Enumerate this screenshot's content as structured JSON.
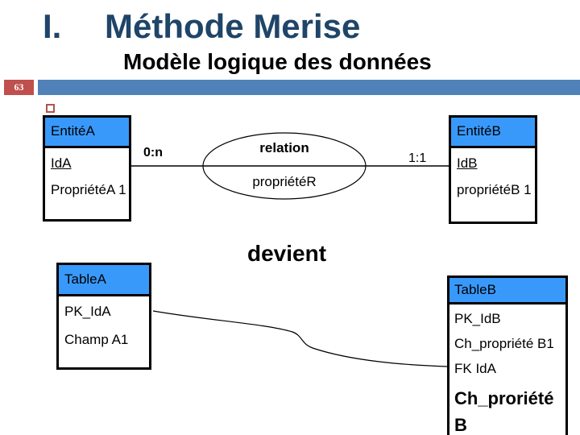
{
  "colors": {
    "title_blue": "#1F4568",
    "bar_blue": "#5082B9",
    "badge_red": "#BF504D",
    "entity_header_blue": "#3999FB"
  },
  "header": {
    "section_number": "I.",
    "title": "Méthode Merise",
    "subtitle": "Modèle logique des données",
    "page_number": "63"
  },
  "mcd": {
    "entity_a": {
      "name": "EntitéA",
      "identifier": "IdA",
      "attribute": "PropriétéA 1"
    },
    "entity_b": {
      "name": "EntitéB",
      "identifier": "IdB",
      "attribute": "propriétéB 1"
    },
    "relation": {
      "name": "relation",
      "attribute": "propriétéR"
    },
    "cardinality_left": "0:n",
    "cardinality_right": "1:1"
  },
  "transform_label": "devient",
  "mld": {
    "table_a": {
      "name": "TableA",
      "fields": [
        "PK_IdA",
        "Champ A1"
      ]
    },
    "table_b": {
      "name": "TableB",
      "fields": [
        "PK_IdB",
        "Ch_propriété B1",
        "FK IdA"
      ],
      "emphasized_field": "Ch_proriété B"
    }
  }
}
